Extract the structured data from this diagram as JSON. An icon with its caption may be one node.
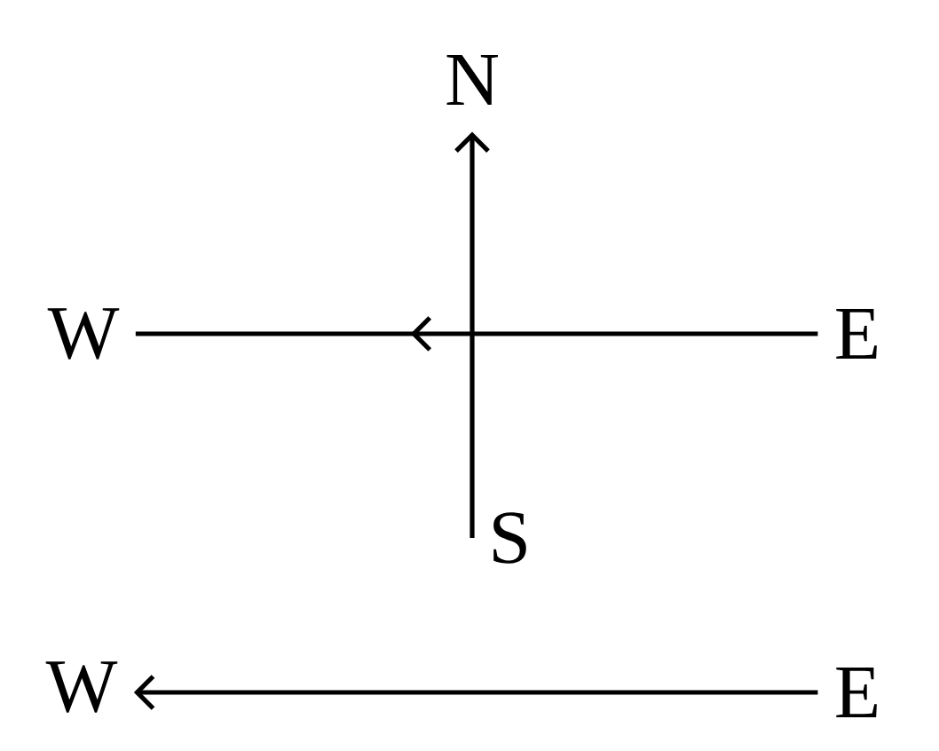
{
  "diagram": {
    "nodes": [
      {
        "text": [
          "N"
        ]
      },
      {
        "text": [
          "W"
        ]
      },
      {
        "text": [
          "E"
        ]
      },
      {
        "text": [
          "S"
        ]
      },
      {
        "text": [
          "W"
        ]
      },
      {
        "text": [
          "E"
        ]
      }
    ],
    "edges": [
      {
        "from": 3,
        "to": 0,
        "arrow": "to"
      },
      {
        "from": 2,
        "to": 1,
        "arrow": "to"
      },
      {
        "from": 5,
        "to": 4,
        "arrow": "to"
      }
    ]
  }
}
